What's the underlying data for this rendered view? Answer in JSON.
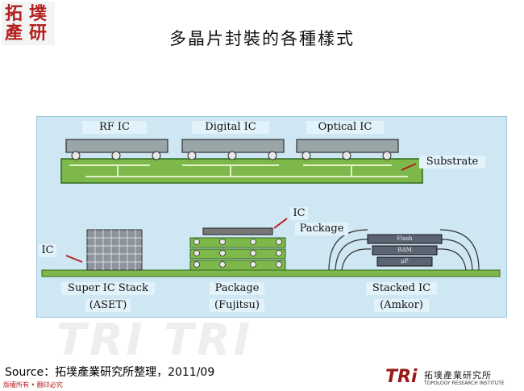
{
  "logo": {
    "chars": [
      "拓",
      "墣",
      "產",
      "研"
    ]
  },
  "title": "多晶片封裝的各種樣式",
  "diagram": {
    "labels": {
      "rf": "RF IC",
      "digital": "Digital IC",
      "optical": "Optical IC",
      "substrate": "Substrate",
      "ic_pkg_1": "IC",
      "ic_pkg_2": "Package",
      "ic_left": "IC",
      "super_1": "Super IC Stack",
      "super_2": "(ASET)",
      "pkg_1": "Package",
      "pkg_2": "(Fujitsu)",
      "stk_1": "Stacked IC",
      "stk_2": "(Amkor)"
    },
    "die_labels": [
      "Flash",
      "RAM",
      "μP"
    ]
  },
  "watermark": "TRI TRI",
  "source": "Source：拓墣產業研究所整理，2011/09",
  "copyright": "版權所有 • 翻印必究",
  "brand": {
    "mark": "TRi",
    "cn": "拓墣產業研究所",
    "en": "TOPOLOGY RESEARCH INSTITUTE"
  },
  "colors": {
    "logo_red": "#b3201f",
    "diagram_bg": "#cfe7f3",
    "substrate_green": "#7fb84a"
  }
}
